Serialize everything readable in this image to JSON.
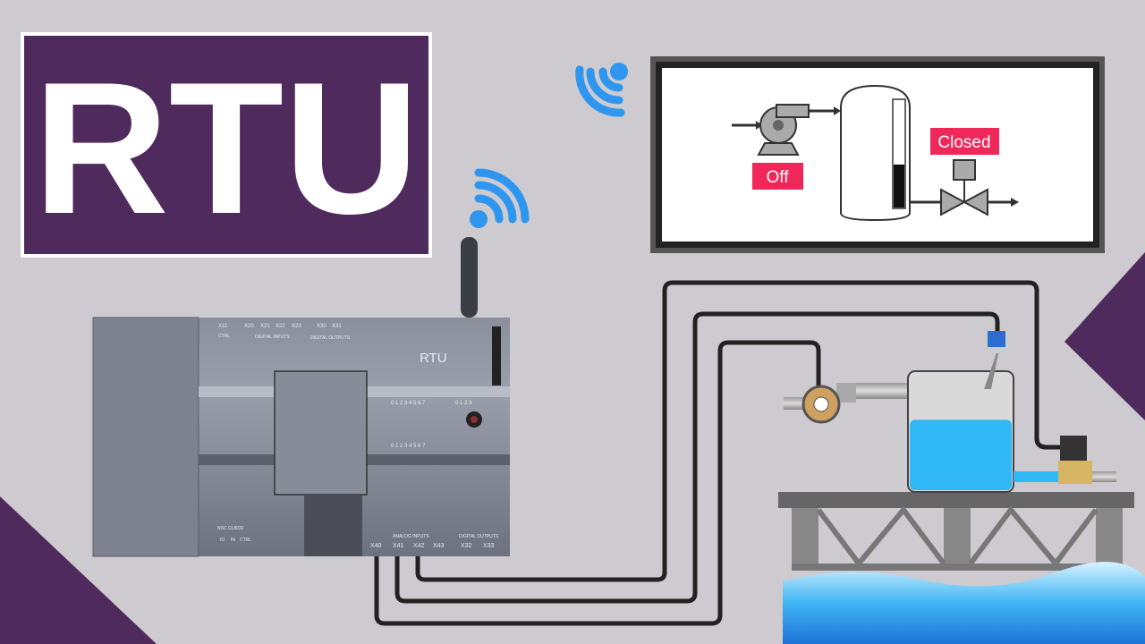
{
  "title": "RTU",
  "colors": {
    "brand_purple": "#4f2a5c",
    "wireless_blue": "#2f96f0",
    "badge_red": "#f0285a",
    "water_blue": "#2fb8f5",
    "background": "#cdcbcf"
  },
  "icons": [
    "wireless-signal-icon",
    "wireless-signal-icon"
  ],
  "hmi": {
    "pump_status": "Off",
    "valve_status": "Closed",
    "tank_level_percent": 40
  },
  "rtu": {
    "label": "RTU",
    "model": "NSC CL8032",
    "ctrl_header": "X11",
    "ctrl_label": "CTRL",
    "digital_inputs": [
      "X20",
      "X21",
      "X22",
      "X23"
    ],
    "digital_inputs_label": "DIGITAL INPUTS",
    "digital_outputs_top": [
      "X30",
      "X31"
    ],
    "digital_outputs_top_label": "DIGITAL OUTPUTS",
    "analog_inputs": [
      "X40",
      "X41",
      "X42",
      "X43"
    ],
    "analog_inputs_label": "ANALOG INPUTS",
    "digital_outputs_bottom": [
      "X32",
      "X33"
    ],
    "digital_outputs_bottom_label": "DIGITAL OUTPUTS",
    "port_labels": [
      "IO",
      "IN",
      "CTRL"
    ],
    "led_row_a": "0 1 2 3 4 5 6 7",
    "led_row_b": "0 1 2 3",
    "led_row_c": "0 1 2 3 4 5 6 7"
  },
  "field": {
    "tank_level_percent": 60
  }
}
